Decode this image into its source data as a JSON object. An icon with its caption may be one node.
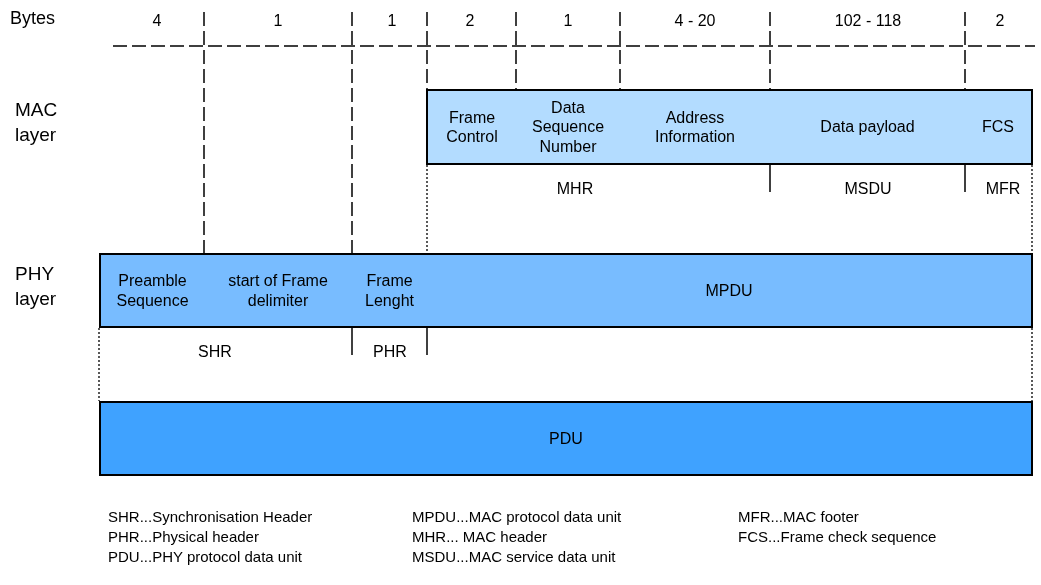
{
  "diagram": {
    "nodes": [
      {
        "text": [
          "Frame Control"
        ]
      },
      {
        "text": [
          "Data Sequence Number"
        ]
      },
      {
        "text": [
          "Address Information"
        ]
      },
      {
        "text": [
          "Data payload"
        ]
      },
      {
        "text": [
          "FCS"
        ]
      },
      {
        "text": [
          "Preamble Sequence"
        ]
      },
      {
        "text": [
          "start of Frame delimiter"
        ]
      },
      {
        "text": [
          "Frame Lenght"
        ]
      },
      {
        "text": [
          "MPDU"
        ]
      },
      {
        "text": [
          "PDU"
        ]
      }
    ],
    "labels": [
      "Bytes",
      "4",
      "1",
      "1",
      "2",
      "1",
      "4 - 20",
      "102 - 118",
      "2",
      "MAC layer",
      "PHY layer",
      "MHR",
      "MSDU",
      "MFR",
      "SHR",
      "PHR",
      "SHR...Synchronisation Header",
      "MPDU...MAC protocol data unit",
      "MFR...MAC footer",
      "PHR...Physical header",
      "MHR... MAC header",
      "FCS...Frame check sequence",
      "PDU...PHY protocol data unit",
      "MSDU...MAC service data unit"
    ]
  }
}
